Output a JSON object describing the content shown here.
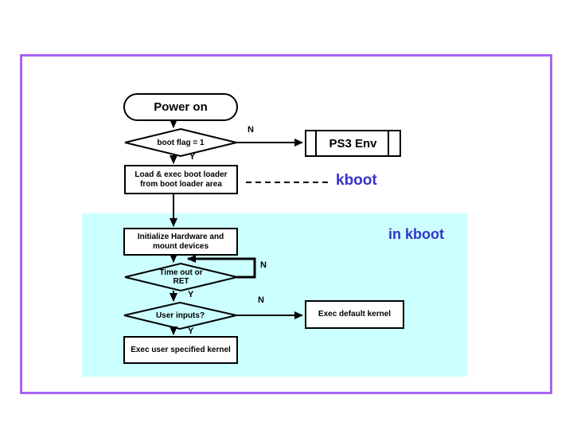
{
  "colors": {
    "frame": "#a763f1",
    "region": "#ccffff",
    "accent": "#3333cc",
    "line": "#000000",
    "background": "#ffffff"
  },
  "diagram": {
    "type": "flowchart",
    "nodes": {
      "power_on": {
        "shape": "terminator",
        "label": "Power on"
      },
      "boot_flag": {
        "shape": "decision",
        "label": "boot flag = 1"
      },
      "ps3_env": {
        "shape": "predefined-process",
        "label": "PS3 Env"
      },
      "load_boot_loader": {
        "shape": "process",
        "line1": "Load & exec boot loader",
        "line2": "from boot loader area"
      },
      "init_hw": {
        "shape": "process",
        "line1": "Initialize Hardware and",
        "line2": "mount devices"
      },
      "timeout": {
        "shape": "decision",
        "line1": "Time out or",
        "line2": "RET"
      },
      "user_inputs": {
        "shape": "decision",
        "label": "User inputs?"
      },
      "exec_default": {
        "shape": "process",
        "label": "Exec default kernel"
      },
      "exec_user": {
        "shape": "process",
        "label": "Exec user specified kernel"
      }
    },
    "edge_labels": {
      "boot_flag_n": "N",
      "boot_flag_y": "Y",
      "timeout_n": "N",
      "timeout_y": "Y",
      "user_inputs_n": "N",
      "user_inputs_y": "Y"
    },
    "annotations": {
      "kboot": "kboot",
      "in_kboot": "in kboot"
    },
    "edges": [
      {
        "from": "power_on",
        "to": "boot_flag"
      },
      {
        "from": "boot_flag",
        "to": "ps3_env",
        "label": "N"
      },
      {
        "from": "boot_flag",
        "to": "load_boot_loader",
        "label": "Y"
      },
      {
        "from": "load_boot_loader",
        "to": "init_hw"
      },
      {
        "from": "init_hw",
        "to": "timeout"
      },
      {
        "from": "timeout",
        "to": "init_hw_entry_loop",
        "label": "N"
      },
      {
        "from": "timeout",
        "to": "user_inputs",
        "label": "Y"
      },
      {
        "from": "user_inputs",
        "to": "exec_default",
        "label": "N"
      },
      {
        "from": "user_inputs",
        "to": "exec_user",
        "label": "Y"
      }
    ]
  }
}
